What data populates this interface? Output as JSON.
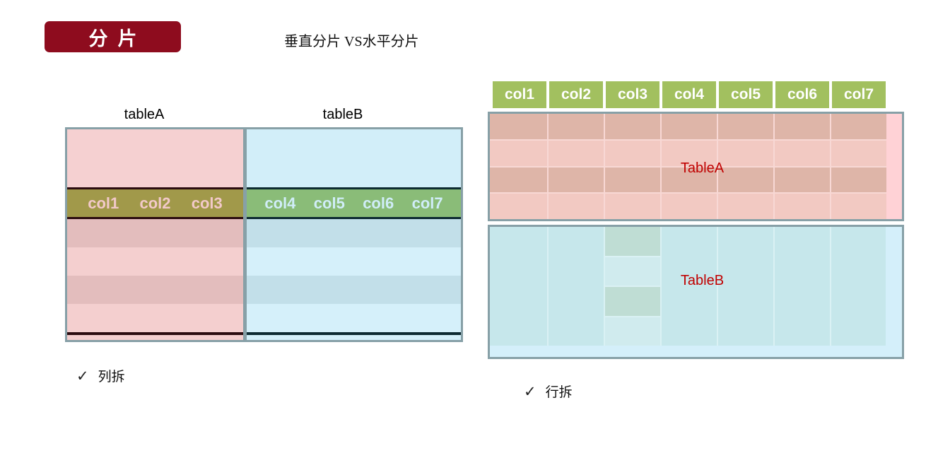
{
  "slide": {
    "badge_label": "分片",
    "subtitle": "垂直分片 VS水平分片"
  },
  "vertical_sharding": {
    "table_a_label": "tableA",
    "table_b_label": "tableB",
    "table_a_columns": [
      "col1",
      "col2",
      "col3"
    ],
    "table_b_columns": [
      "col4",
      "col5",
      "col6",
      "col7"
    ],
    "check_mark": "✓",
    "caption": "列拆"
  },
  "horizontal_sharding": {
    "header_columns": [
      "col1",
      "col2",
      "col3",
      "col4",
      "col5",
      "col6",
      "col7"
    ],
    "table_a_label": "TableA",
    "table_b_label": "TableB",
    "check_mark": "✓",
    "caption": "行拆"
  },
  "colors": {
    "badge_background": "#8e0c1e",
    "table_label_red": "#c00000",
    "vertical_tablea_header_olive": "#a1994a",
    "vertical_tableb_header_green": "#8abc78",
    "horizontal_header_green": "#a2c05f",
    "table_border_gray": "#87a0a7",
    "tablea_pink": "#f4cfcf",
    "tableb_blue": "#d5f0fa"
  }
}
